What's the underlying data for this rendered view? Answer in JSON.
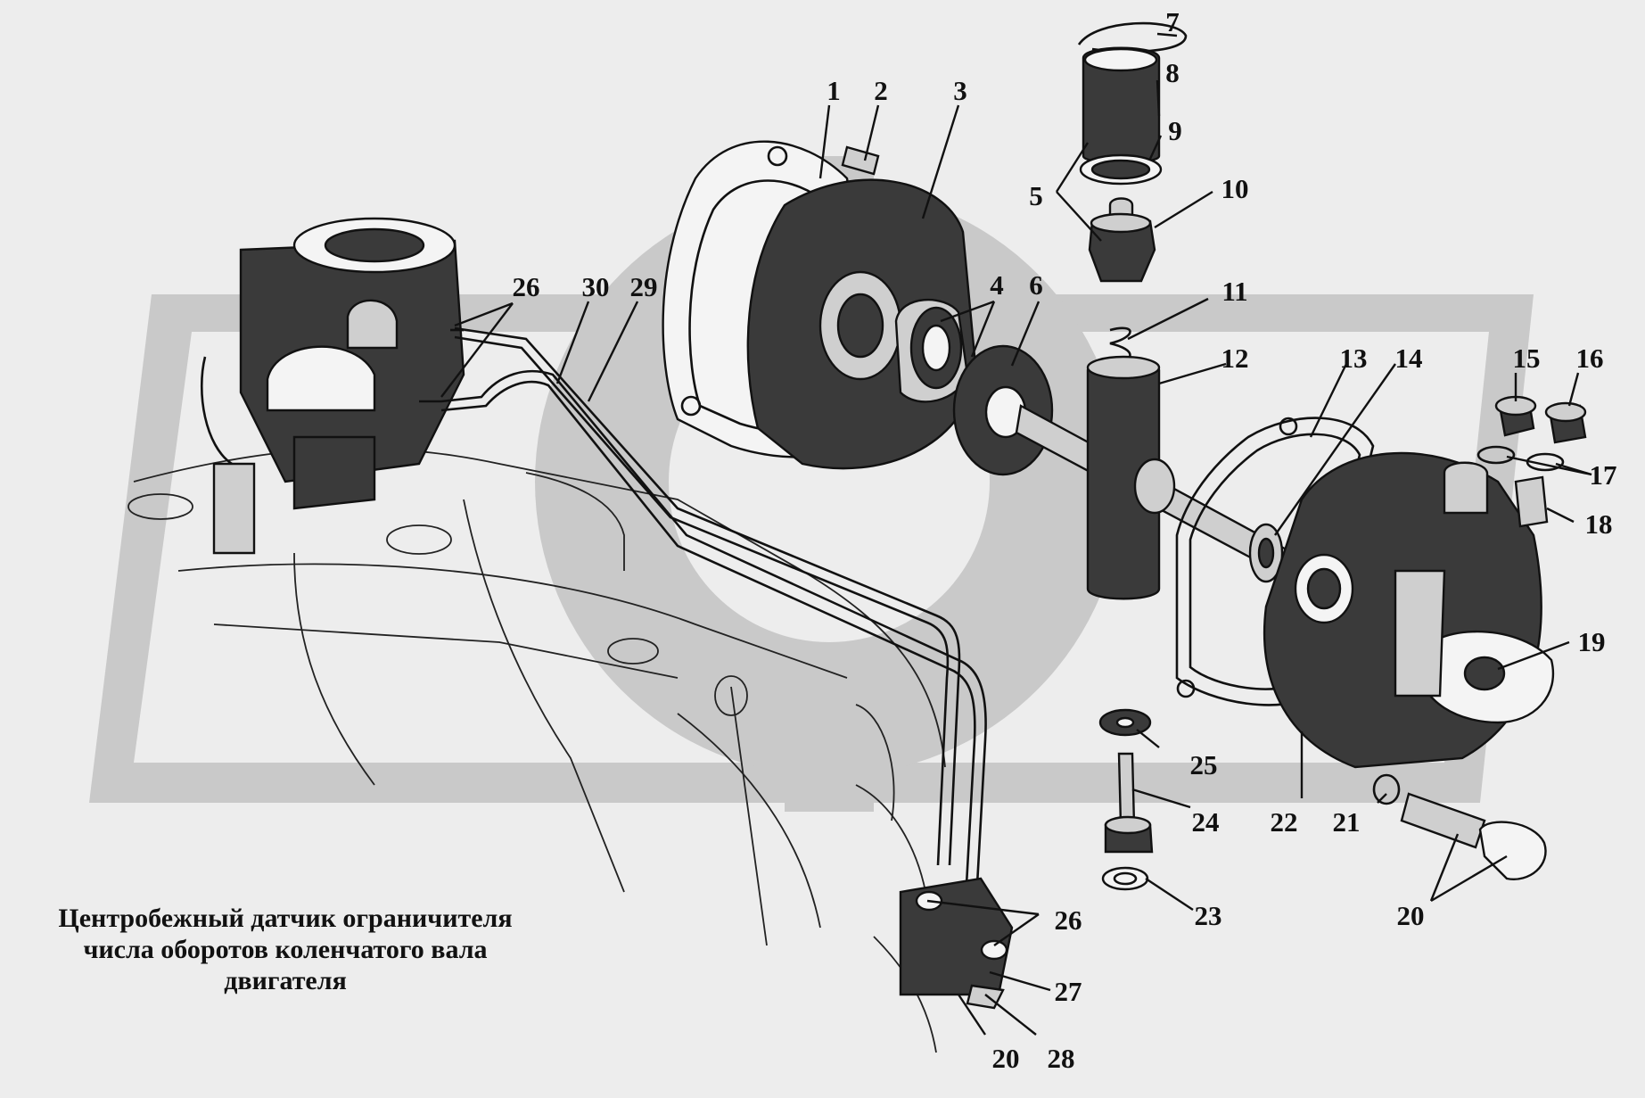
{
  "caption": {
    "line1": "Центробежный датчик ограничителя",
    "line2": "числа оборотов коленчатого вала",
    "line3": "двигателя"
  },
  "callouts": [
    {
      "id": "c1",
      "label": "1"
    },
    {
      "id": "c2",
      "label": "2"
    },
    {
      "id": "c3",
      "label": "3"
    },
    {
      "id": "c4",
      "label": "4"
    },
    {
      "id": "c5",
      "label": "5"
    },
    {
      "id": "c6",
      "label": "6"
    },
    {
      "id": "c7",
      "label": "7"
    },
    {
      "id": "c8",
      "label": "8"
    },
    {
      "id": "c9",
      "label": "9"
    },
    {
      "id": "c10",
      "label": "10"
    },
    {
      "id": "c11",
      "label": "11"
    },
    {
      "id": "c12",
      "label": "12"
    },
    {
      "id": "c13",
      "label": "13"
    },
    {
      "id": "c14",
      "label": "14"
    },
    {
      "id": "c15",
      "label": "15"
    },
    {
      "id": "c16",
      "label": "16"
    },
    {
      "id": "c17",
      "label": "17"
    },
    {
      "id": "c18",
      "label": "18"
    },
    {
      "id": "c19",
      "label": "19"
    },
    {
      "id": "c20a",
      "label": "20"
    },
    {
      "id": "c20b",
      "label": "20"
    },
    {
      "id": "c21",
      "label": "21"
    },
    {
      "id": "c22",
      "label": "22"
    },
    {
      "id": "c23",
      "label": "23"
    },
    {
      "id": "c24",
      "label": "24"
    },
    {
      "id": "c25",
      "label": "25"
    },
    {
      "id": "c26a",
      "label": "26"
    },
    {
      "id": "c26b",
      "label": "26"
    },
    {
      "id": "c27",
      "label": "27"
    },
    {
      "id": "c28",
      "label": "28"
    },
    {
      "id": "c29",
      "label": "29"
    },
    {
      "id": "c30",
      "label": "30"
    }
  ],
  "colors": {
    "background": "#ededed",
    "ink": "#111111",
    "watermark": "#c9c9c9"
  }
}
